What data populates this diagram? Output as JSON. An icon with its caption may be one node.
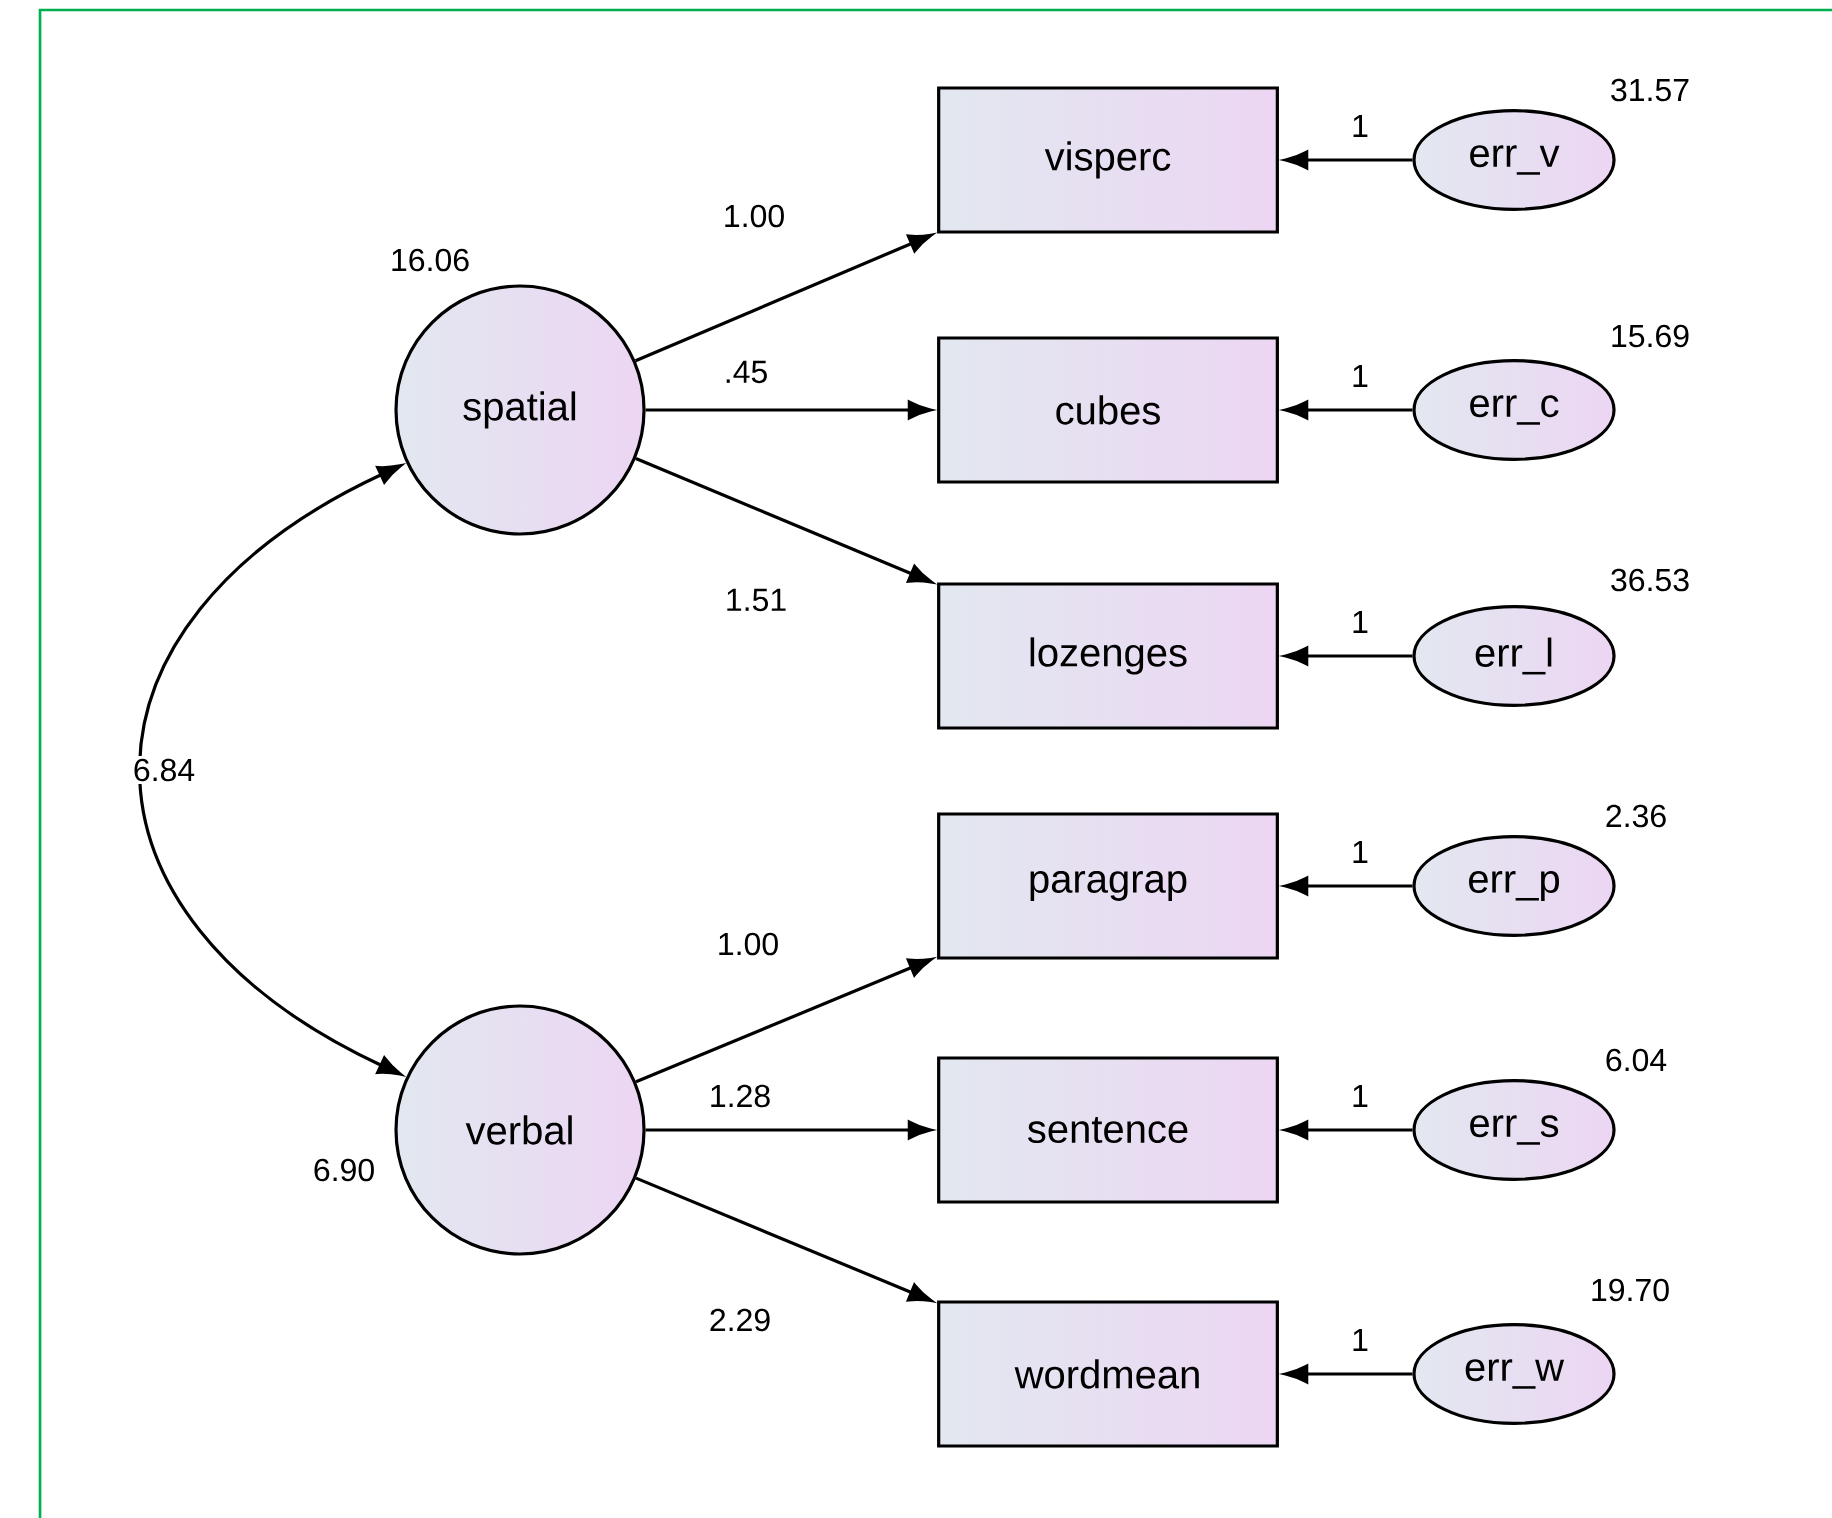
{
  "diagram": {
    "nodes": [
      {
        "text": [
          "spatial"
        ],
        "beside": [
          "16.06"
        ]
      },
      {
        "text": [
          "verbal"
        ],
        "beside": [
          "6.90"
        ]
      },
      {
        "text": [
          "visperc"
        ]
      },
      {
        "text": [
          "cubes"
        ]
      },
      {
        "text": [
          "lozenges"
        ]
      },
      {
        "text": [
          "paragrap"
        ]
      },
      {
        "text": [
          "sentence"
        ]
      },
      {
        "text": [
          "wordmean"
        ]
      },
      {
        "text": [
          "err_v"
        ],
        "beside": [
          "31.57"
        ]
      },
      {
        "text": [
          "err_c"
        ],
        "beside": [
          "15.69"
        ]
      },
      {
        "text": [
          "err_l"
        ],
        "beside": [
          "36.53"
        ]
      },
      {
        "text": [
          "err_p"
        ],
        "beside": [
          "2.36"
        ]
      },
      {
        "text": [
          "err_s"
        ],
        "beside": [
          "6.04"
        ]
      },
      {
        "text": [
          "err_w"
        ],
        "beside": [
          "19.70"
        ]
      }
    ],
    "edges": [
      {
        "from": 0,
        "to": 2,
        "arrow": "to",
        "label": "1.00"
      },
      {
        "from": 0,
        "to": 3,
        "arrow": "to",
        "label": ".45"
      },
      {
        "from": 0,
        "to": 4,
        "arrow": "to",
        "label": "1.51"
      },
      {
        "from": 1,
        "to": 5,
        "arrow": "to",
        "label": "1.00"
      },
      {
        "from": 1,
        "to": 6,
        "arrow": "to",
        "label": "1.28"
      },
      {
        "from": 1,
        "to": 7,
        "arrow": "to",
        "label": "2.29"
      },
      {
        "from": 8,
        "to": 2,
        "arrow": "to",
        "label": "1"
      },
      {
        "from": 9,
        "to": 3,
        "arrow": "to",
        "label": "1"
      },
      {
        "from": 10,
        "to": 4,
        "arrow": "to",
        "label": "1"
      },
      {
        "from": 11,
        "to": 5,
        "arrow": "to",
        "label": "1"
      },
      {
        "from": 12,
        "to": 6,
        "arrow": "to",
        "label": "1"
      },
      {
        "from": 13,
        "to": 7,
        "arrow": "to",
        "label": "1"
      },
      {
        "from": 0,
        "to": 1,
        "arrow": "both",
        "label": "6.84"
      }
    ]
  }
}
